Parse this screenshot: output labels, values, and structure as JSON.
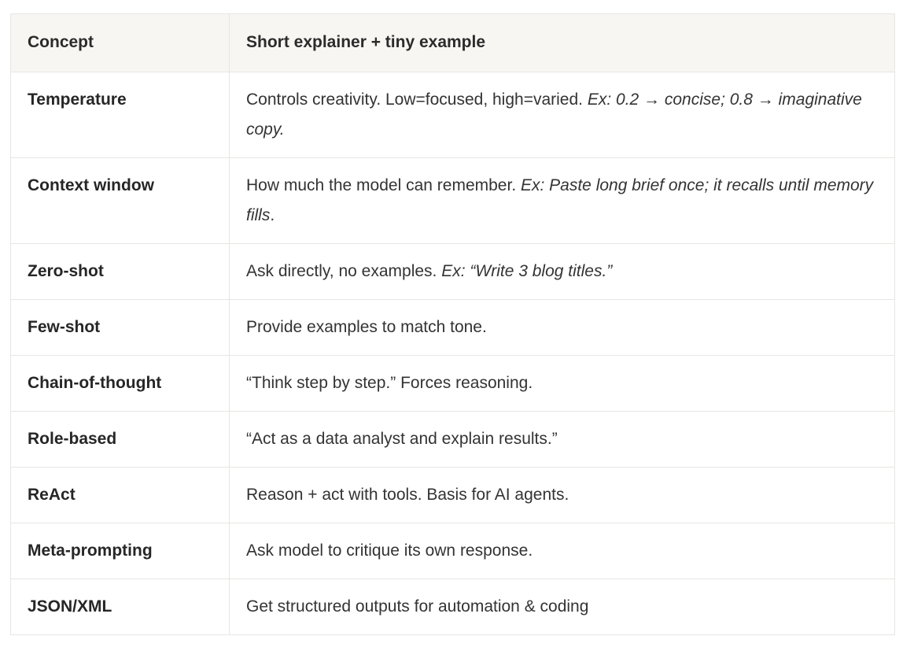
{
  "table": {
    "columns": [
      {
        "label": "Concept"
      },
      {
        "label": "Short explainer + tiny example"
      }
    ],
    "rows": [
      {
        "concept": "Temperature",
        "explainer": [
          {
            "t": "Controls creativity. Low=focused, high=varied. ",
            "i": false
          },
          {
            "t": "Ex: 0.2 → concise; 0.8 → imaginative copy.",
            "i": true
          }
        ]
      },
      {
        "concept": "Context window",
        "explainer": [
          {
            "t": "How much the model can remember. ",
            "i": false
          },
          {
            "t": "Ex: Paste long brief once; it recalls until memory fills",
            "i": true
          },
          {
            "t": ".",
            "i": false
          }
        ]
      },
      {
        "concept": "Zero-shot",
        "explainer": [
          {
            "t": "Ask directly, no examples. ",
            "i": false
          },
          {
            "t": "Ex: “Write 3 blog titles.”",
            "i": true
          }
        ]
      },
      {
        "concept": "Few-shot",
        "explainer": [
          {
            "t": "Provide examples to match tone.",
            "i": false
          }
        ]
      },
      {
        "concept": "Chain-of-thought",
        "explainer": [
          {
            "t": "“Think step by step.” Forces reasoning.",
            "i": false
          }
        ]
      },
      {
        "concept": "Role-based",
        "explainer": [
          {
            "t": "“Act as a data analyst and explain results.”",
            "i": false
          }
        ]
      },
      {
        "concept": "ReAct",
        "explainer": [
          {
            "t": "Reason + act with tools. Basis for AI agents.",
            "i": false
          }
        ]
      },
      {
        "concept": "Meta-prompting",
        "explainer": [
          {
            "t": "Ask model to critique its own response.",
            "i": false
          }
        ]
      },
      {
        "concept": "JSON/XML",
        "explainer": [
          {
            "t": "Get structured outputs for automation & coding",
            "i": false
          }
        ]
      }
    ]
  },
  "colors": {
    "page_background": "#ffffff",
    "header_background": "#f7f6f3",
    "border": "#e7e6e3",
    "text": "#2e2e2e"
  }
}
